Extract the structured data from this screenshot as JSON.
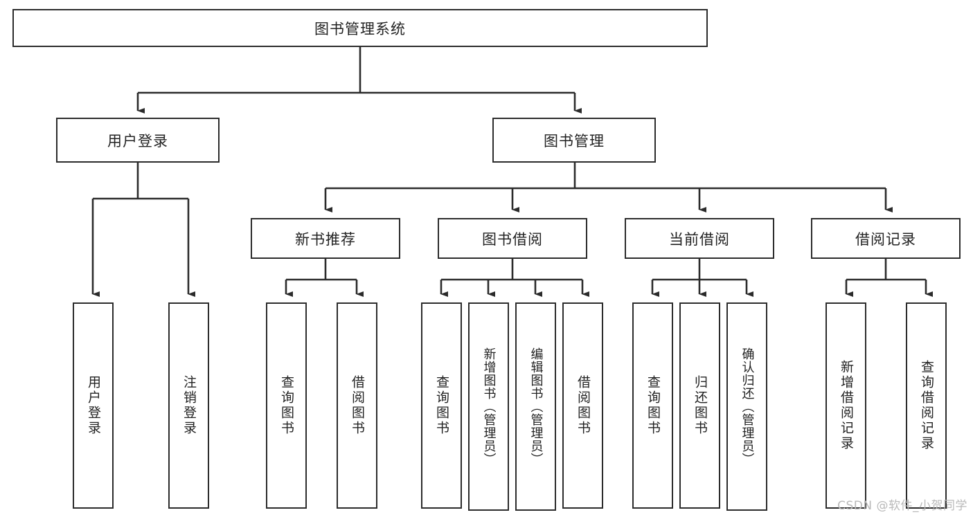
{
  "diagram": {
    "type": "tree-hierarchy",
    "title": "图书管理系统",
    "root": {
      "id": "root",
      "label": "图书管理系统"
    },
    "level2": [
      {
        "id": "user-login",
        "label": "用户登录"
      },
      {
        "id": "book-management",
        "label": "图书管理"
      }
    ],
    "level3": [
      {
        "id": "new-book-recommend",
        "label": "新书推荐",
        "parent": "book-management"
      },
      {
        "id": "book-borrow",
        "label": "图书借阅",
        "parent": "book-management"
      },
      {
        "id": "current-borrow",
        "label": "当前借阅",
        "parent": "book-management"
      },
      {
        "id": "borrow-record",
        "label": "借阅记录",
        "parent": "book-management"
      }
    ],
    "leaves": {
      "user-login": [
        {
          "id": "leaf-user-login",
          "label": "用户登录"
        },
        {
          "id": "leaf-user-logout",
          "label": "注销登录"
        }
      ],
      "new-book-recommend": [
        {
          "id": "leaf-query-book-1",
          "label": "查询图书"
        },
        {
          "id": "leaf-borrow-book-1",
          "label": "借阅图书"
        }
      ],
      "book-borrow": [
        {
          "id": "leaf-query-book-2",
          "label": "查询图书"
        },
        {
          "id": "leaf-add-book",
          "label": "新增图书（管理员）"
        },
        {
          "id": "leaf-edit-book",
          "label": "编辑图书（管理员）"
        },
        {
          "id": "leaf-borrow-book-2",
          "label": "借阅图书"
        }
      ],
      "current-borrow": [
        {
          "id": "leaf-query-book-3",
          "label": "查询图书"
        },
        {
          "id": "leaf-return-book",
          "label": "归还图书"
        },
        {
          "id": "leaf-confirm-return",
          "label": "确认归还（管理员）"
        }
      ],
      "borrow-record": [
        {
          "id": "leaf-add-record",
          "label": "新增借阅记录"
        },
        {
          "id": "leaf-query-record",
          "label": "查询借阅记录"
        }
      ]
    }
  },
  "watermark": {
    "text": "CSDN @软件_小贺同学"
  },
  "colors": {
    "stroke": "#2b2b2b",
    "background": "#ffffff",
    "text": "#222222",
    "watermark": "#b9b9b9"
  }
}
